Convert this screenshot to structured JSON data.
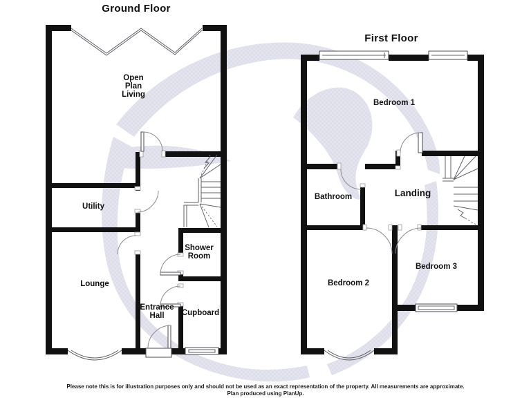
{
  "ground_floor": {
    "title": "Ground Floor",
    "rooms": {
      "open_plan_living": [
        "Open",
        "Plan",
        "Living"
      ],
      "utility": "Utility",
      "lounge": "Lounge",
      "shower_room": [
        "Shower",
        "Room"
      ],
      "entrance_hall": [
        "Entrance",
        "Hall"
      ],
      "cupboard": "Cupboard"
    }
  },
  "first_floor": {
    "title": "First Floor",
    "rooms": {
      "bedroom_1": "Bedroom 1",
      "bathroom": "Bathroom",
      "landing": "Landing",
      "bedroom_2": "Bedroom 2",
      "bedroom_3": "Bedroom 3"
    }
  },
  "footer": {
    "line1": "Please note this is for illustration purposes only and should not be used as an exact representation of the property. All measurements are approximate.",
    "line2": "Plan produced using PlanUp."
  },
  "colors": {
    "background": "#ffffff",
    "wall": "#111111",
    "text": "#111111",
    "watermark": "#e3e4ed"
  }
}
